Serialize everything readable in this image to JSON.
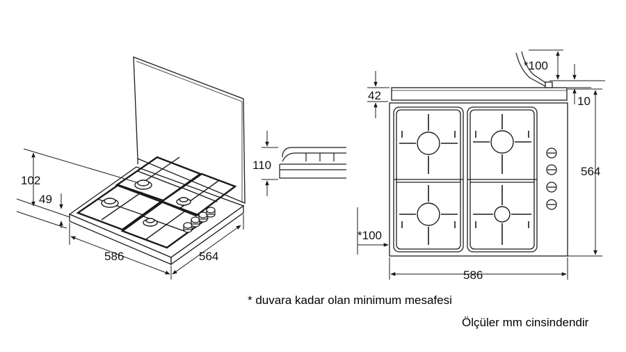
{
  "dimensions": {
    "perspective_height_lid": "102",
    "perspective_height_body": "49",
    "perspective_width": "586",
    "perspective_depth": "564",
    "section_height": "110",
    "top_rear_gap": "*100",
    "top_strip_depth": "42",
    "top_edge_offset": "10",
    "top_depth": "564",
    "top_side_gap": "*100",
    "top_width": "586"
  },
  "notes": {
    "minimum_distance": "* duvara kadar olan minimum mesafesi",
    "units": "Ölçüler mm cinsindendir"
  },
  "colors": {
    "line": "#1a1a1a",
    "fill": "#ffffff"
  }
}
